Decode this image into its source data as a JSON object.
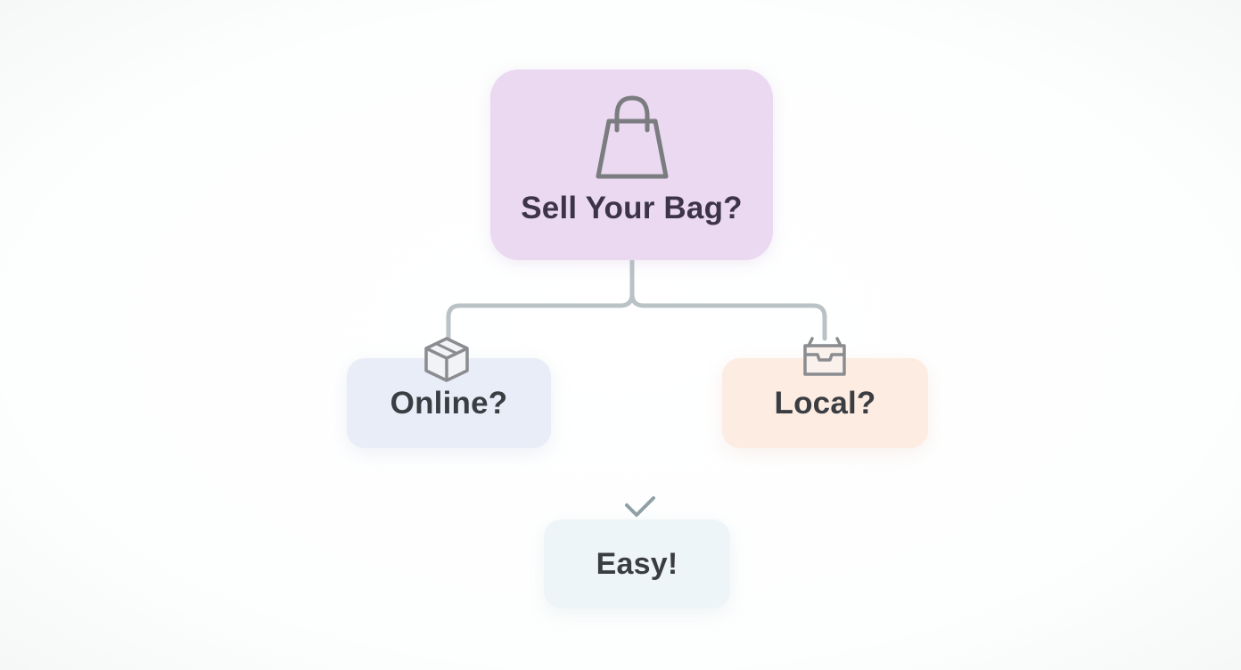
{
  "diagram": {
    "root": {
      "label": "Sell Your Bag?",
      "icon": "shopping-bag-icon",
      "bg_color": "#ead9f0"
    },
    "branches": [
      {
        "id": "online",
        "label": "Online?",
        "icon": "package-box-icon",
        "bg_color": "#e9edf7"
      },
      {
        "id": "local",
        "label": "Local?",
        "icon": "inbox-tray-icon",
        "bg_color": "#fdece2"
      }
    ],
    "result": {
      "label": "Easy!",
      "icon": "checkmark-icon",
      "bg_color": "#eef5f8"
    },
    "connector_color": "#b9c2c4",
    "icon_color": "#8a8c90"
  }
}
